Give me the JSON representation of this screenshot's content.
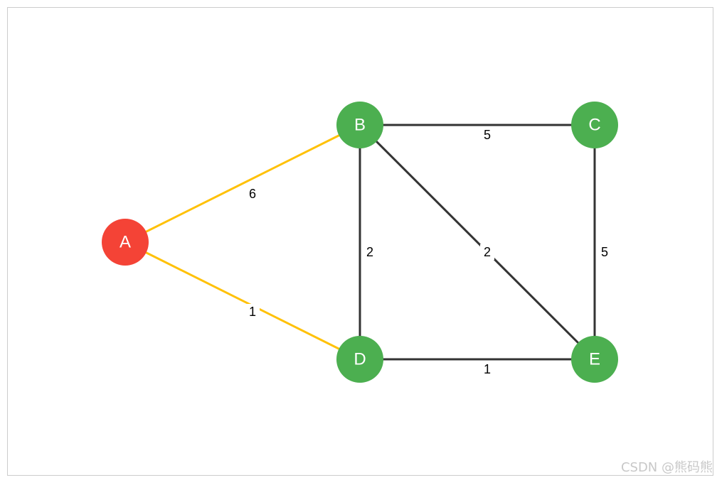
{
  "colors": {
    "start_node": "#f44336",
    "node": "#4caf50",
    "highlight_edge": "#ffc107",
    "edge": "#333333",
    "node_text": "#ffffff",
    "edge_text": "#000000"
  },
  "nodes": [
    {
      "id": "A",
      "label": "A",
      "role": "start"
    },
    {
      "id": "B",
      "label": "B",
      "role": "normal"
    },
    {
      "id": "C",
      "label": "C",
      "role": "normal"
    },
    {
      "id": "D",
      "label": "D",
      "role": "normal"
    },
    {
      "id": "E",
      "label": "E",
      "role": "normal"
    }
  ],
  "edges": [
    {
      "from": "A",
      "to": "B",
      "weight": "6",
      "highlighted": true
    },
    {
      "from": "A",
      "to": "D",
      "weight": "1",
      "highlighted": true
    },
    {
      "from": "B",
      "to": "C",
      "weight": "5",
      "highlighted": false
    },
    {
      "from": "B",
      "to": "D",
      "weight": "2",
      "highlighted": false
    },
    {
      "from": "B",
      "to": "E",
      "weight": "2",
      "highlighted": false
    },
    {
      "from": "C",
      "to": "E",
      "weight": "5",
      "highlighted": false
    },
    {
      "from": "D",
      "to": "E",
      "weight": "1",
      "highlighted": false
    }
  ],
  "watermark": "CSDN @熊码熊"
}
